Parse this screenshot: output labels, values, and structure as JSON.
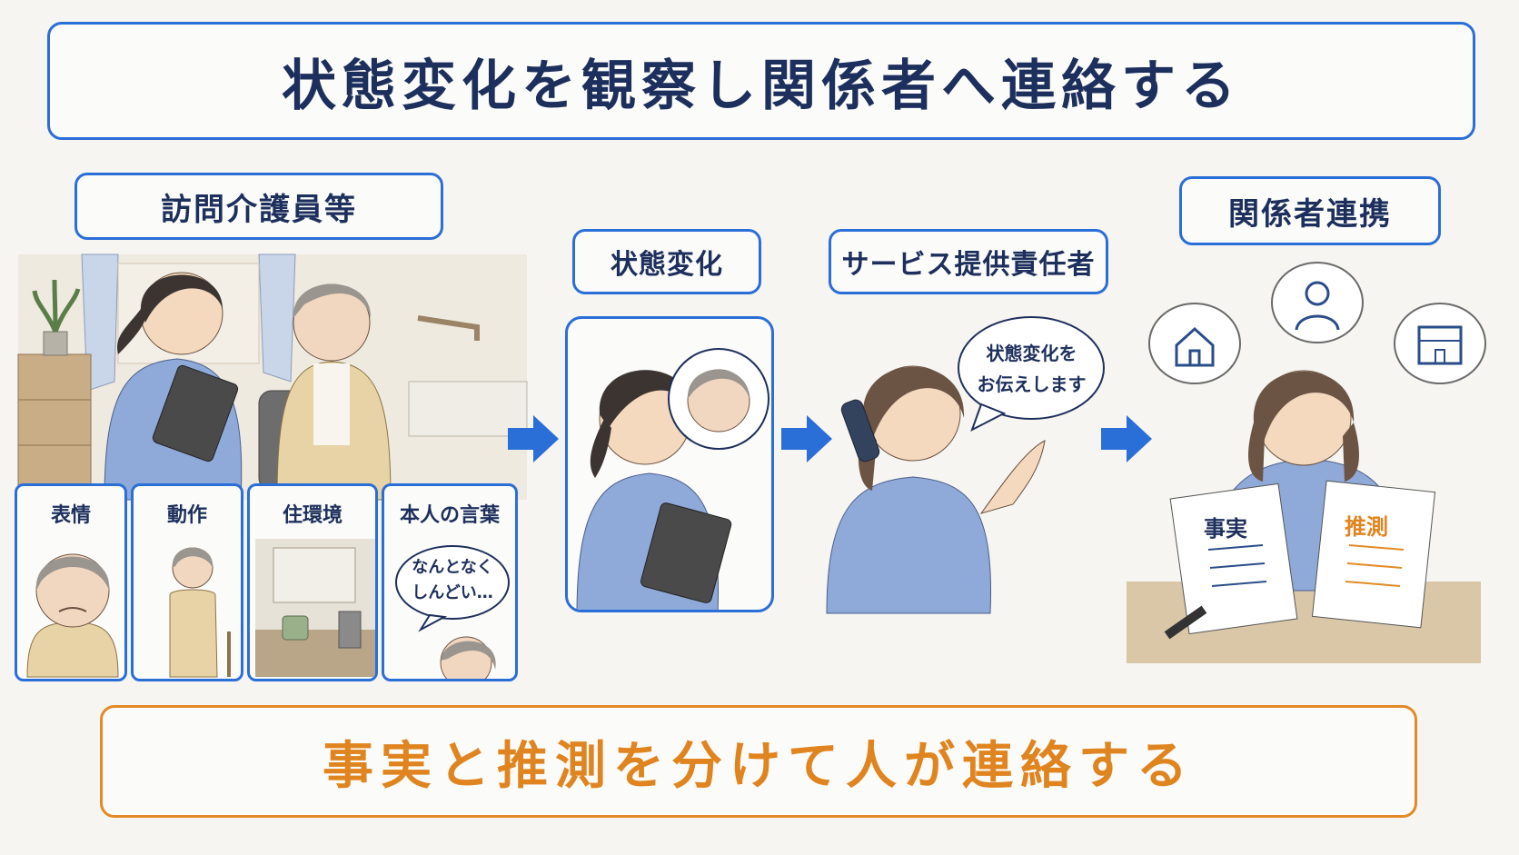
{
  "title": "状態変化を観察し関係者へ連絡する",
  "footer": "事実と推測を分けて人が連絡する",
  "sections": {
    "staff": "訪問介護員等",
    "change": "状態変化",
    "manager": "サービス提供責任者",
    "partners": "関係者連携"
  },
  "observations": [
    {
      "label": "表情"
    },
    {
      "label": "動作"
    },
    {
      "label": "住環境"
    },
    {
      "label": "本人の言葉",
      "speech_line1": "なんとなく",
      "speech_line2": "しんどい…"
    }
  ],
  "manager_speech": {
    "line1": "状態変化を",
    "line2": "お伝えします"
  },
  "documents": {
    "fact": "事実",
    "guess": "推測"
  },
  "colors": {
    "blue": "#2a6ed8",
    "navy": "#1d2f5c",
    "orange": "#e38a26",
    "shirt": "#8fa9d8"
  }
}
